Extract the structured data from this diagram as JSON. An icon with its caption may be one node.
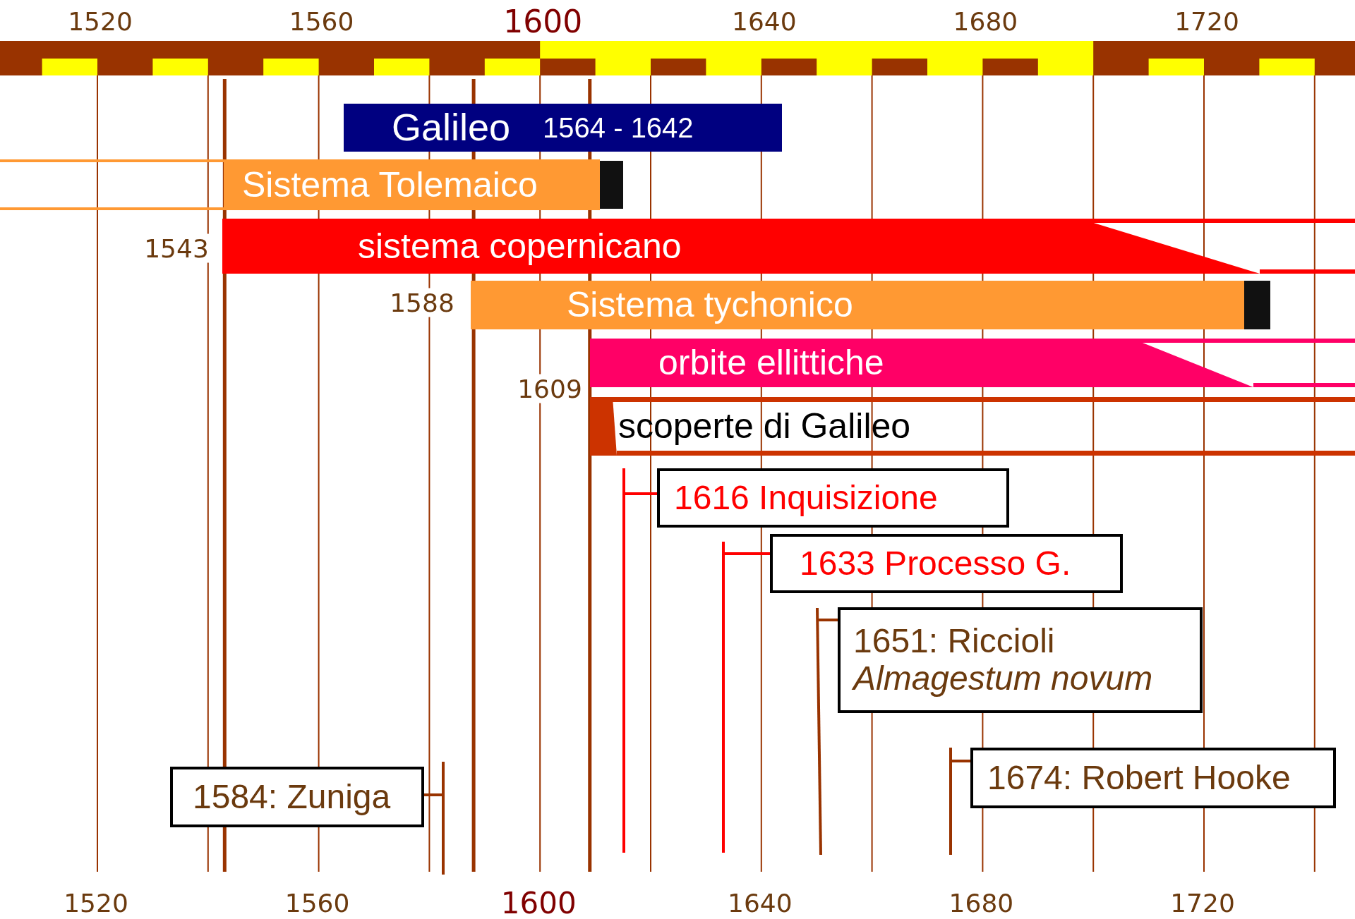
{
  "diagram": {
    "nodes": [
      {
        "text": [
          "Galileo",
          "1564 - 1642"
        ]
      },
      {
        "text": [
          "Sistema Tolemaico"
        ]
      },
      {
        "text": [
          "sistema copernicano"
        ],
        "beside": [
          "1543"
        ]
      },
      {
        "text": [
          "Sistema tychonico"
        ],
        "beside": [
          "1588"
        ]
      },
      {
        "text": [
          "orbite ellittiche"
        ],
        "beside": [
          "1609"
        ]
      },
      {
        "text": [
          "scoperte di Galileo"
        ]
      },
      {
        "text": [
          "1616 Inquisizione"
        ]
      },
      {
        "text": [
          "1633  Processo G."
        ]
      },
      {
        "text": [
          "1651: Riccioli",
          "Almagestum novum"
        ]
      },
      {
        "text": [
          "1584: Zuniga"
        ]
      },
      {
        "text": [
          "1674: Robert Hooke"
        ]
      }
    ],
    "labels": [
      "1520",
      "1560",
      "1600",
      "1640",
      "1680",
      "1720",
      "1520",
      "1560",
      "1600",
      "1640",
      "1680",
      "1720"
    ]
  }
}
